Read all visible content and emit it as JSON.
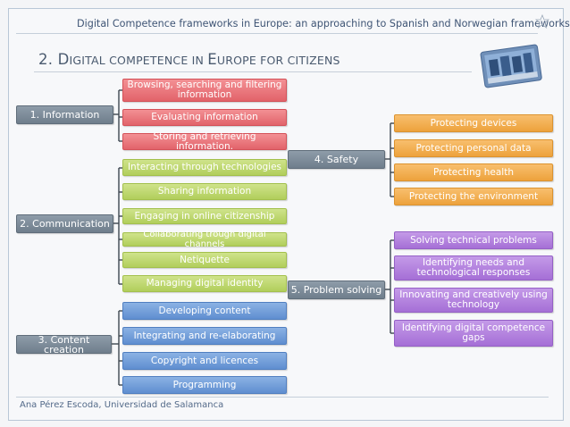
{
  "header": {
    "title": "Digital Competence frameworks in Europe: an approaching to Spanish and Norwegian frameworks"
  },
  "section": {
    "title_first": "2. D",
    "title_sc1": "IGITAL COMPETENCE IN ",
    "title_cap2": "E",
    "title_sc2": "UROPE FOR CITIZENS"
  },
  "footer": {
    "author": "Ana Pérez Escoda, Universidad de Salamanca"
  },
  "areas": {
    "information": {
      "label": "1. Information",
      "items": [
        "Browsing, searching and filtering information",
        "Evaluating information",
        "Storing and retrieving information."
      ]
    },
    "communication": {
      "label": "2. Communication",
      "items": [
        "Interacting through technologies",
        "Sharing information",
        "Engaging in online citizenship",
        "Collaborating trough digital channels",
        "Netiquette",
        "Managing digital identity"
      ]
    },
    "content": {
      "label": "3. Content creation",
      "items": [
        "Developing content",
        "Integrating and re-elaborating",
        "Copyright and licences",
        "Programming"
      ]
    },
    "safety": {
      "label": "4. Safety",
      "items": [
        "Protecting devices",
        "Protecting personal data",
        "Protecting health",
        "Protecting the environment"
      ]
    },
    "problem": {
      "label": "5. Problem solving",
      "items": [
        "Solving technical problems",
        "Identifying needs and technological responses",
        "Innovating and creatively using technology",
        "Identifying digital competence gaps"
      ]
    }
  },
  "colors": {
    "information": "#e8686f",
    "communication": "#b7d262",
    "content": "#6894d4",
    "safety": "#f0a544",
    "problem": "#aa75d8",
    "category": "#7a8897"
  }
}
